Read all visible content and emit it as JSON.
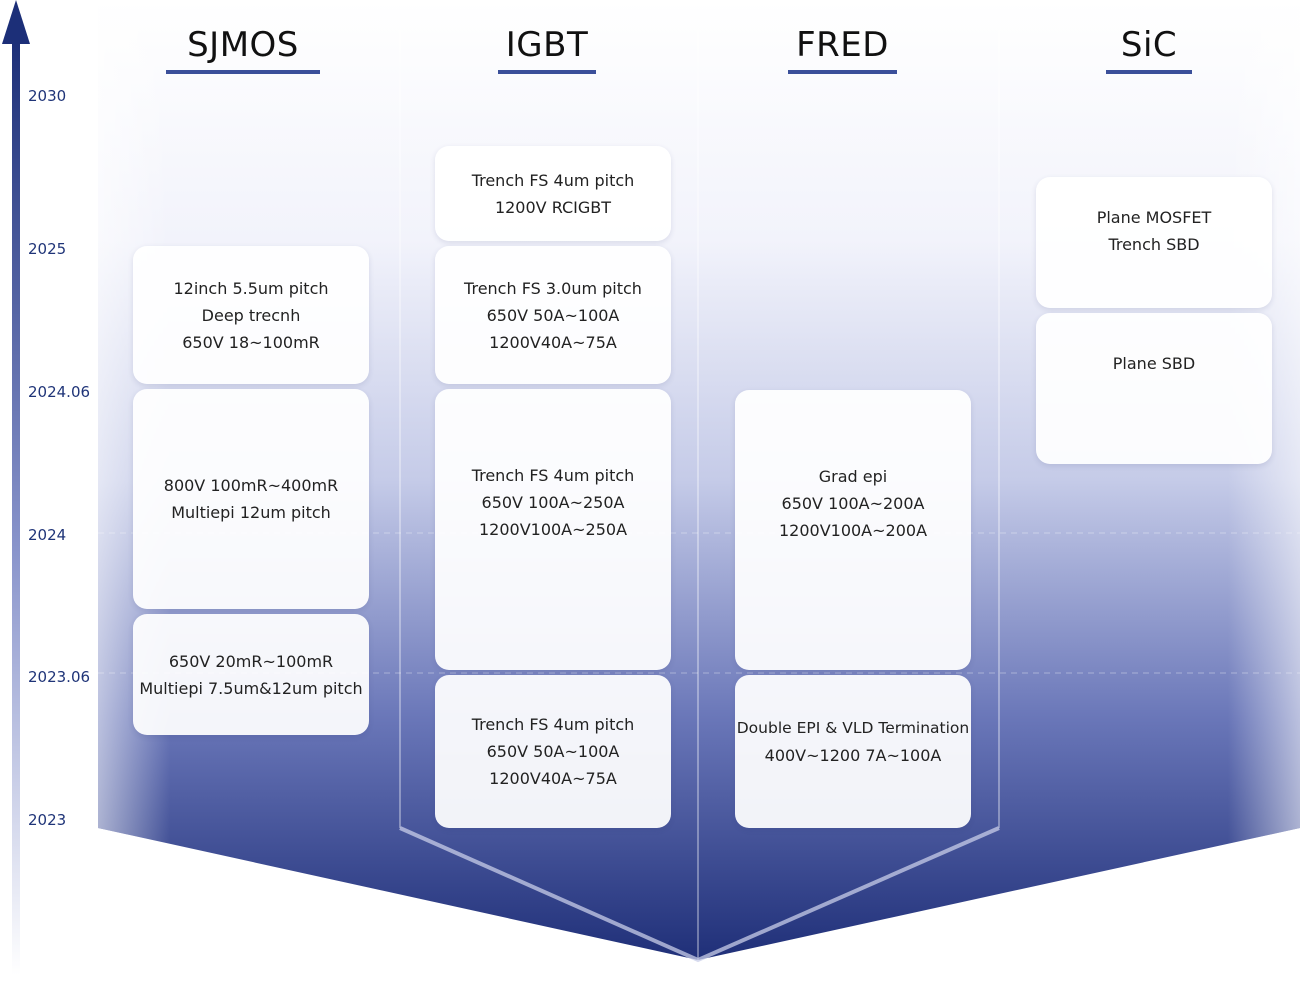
{
  "columns": [
    {
      "title": "SJMOS"
    },
    {
      "title": "IGBT"
    },
    {
      "title": "FRED"
    },
    {
      "title": "SiC"
    }
  ],
  "timeline": {
    "years": [
      "2030",
      "2025",
      "2024.06",
      "2024",
      "2023.06",
      "2023"
    ]
  },
  "cards": {
    "sjmos": [
      {
        "lines": [
          "12inch 5.5um pitch",
          "Deep trecnh",
          "650V 18~100mR"
        ]
      },
      {
        "lines": [
          "800V 100mR~400mR",
          "Multiepi 12um pitch"
        ]
      },
      {
        "lines": [
          "650V 20mR~100mR",
          "Multiepi 7.5um&12um pitch"
        ]
      }
    ],
    "igbt": [
      {
        "lines": [
          "Trench FS 4um pitch",
          "1200V RCIGBT"
        ]
      },
      {
        "lines": [
          "Trench FS 3.0um pitch",
          "650V 50A~100A",
          "1200V40A~75A"
        ]
      },
      {
        "lines": [
          "Trench FS 4um pitch",
          "650V 100A~250A",
          "1200V100A~250A"
        ]
      },
      {
        "lines": [
          "Trench FS 4um pitch",
          "650V 50A~100A",
          "1200V40A~75A"
        ]
      }
    ],
    "fred": [
      {
        "lines": [
          "Grad epi",
          "650V 100A~200A",
          "1200V100A~200A"
        ]
      },
      {
        "lines": [
          "Double EPI & VLD Termination",
          "400V~1200 7A~100A"
        ]
      }
    ],
    "sic": [
      {
        "lines": [
          "Plane MOSFET",
          "Trench SBD"
        ]
      },
      {
        "lines": [
          "Plane SBD"
        ]
      }
    ]
  },
  "colors": {
    "dark_blue": "#24347e",
    "arrow_blue": "#1c2f78",
    "title_underline": "#3b4f9a",
    "year_text": "#1f3478"
  }
}
